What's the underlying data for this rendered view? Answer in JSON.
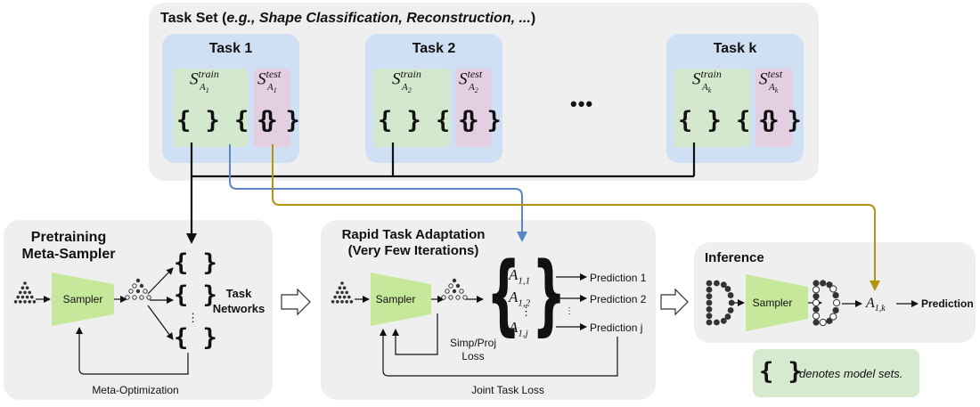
{
  "task_set": {
    "title_prefix": "Task Set (",
    "title_eg": "e.g., Shape Classification, Reconstruction, ...",
    "title_suffix": ")",
    "tasks": [
      {
        "label": "Task 1",
        "train_sub": "A",
        "train_subsub": "1",
        "test_sub": "A",
        "test_subsub": "1"
      },
      {
        "label": "Task 2",
        "train_sub": "A",
        "train_subsub": "2",
        "test_sub": "A",
        "test_subsub": "2"
      },
      {
        "label": "Task k",
        "train_sub": "A",
        "train_subsub": "k",
        "test_sub": "A",
        "test_subsub": "k"
      }
    ],
    "set_symbol": "S",
    "train_sup": "train",
    "test_sup": "test",
    "braces2": "{ } { }",
    "braces1": "{ }",
    "ellipsis": "•••"
  },
  "pretraining": {
    "title_line1": "Pretraining",
    "title_line2": "Meta-Sampler",
    "sampler_label": "Sampler",
    "task_networks_line1": "Task",
    "task_networks_line2": "Networks",
    "meta_opt_label": "Meta-Optimization",
    "vdots": "⋮"
  },
  "adaptation": {
    "title_line1": "Rapid Task Adaptation",
    "title_line2": "(Very Few Iterations)",
    "sampler_label": "Sampler",
    "a11": "A",
    "a11_sub": "1,1",
    "a12": "A",
    "a12_sub": "1,2",
    "a1j": "A",
    "a1j_sub": "1,j",
    "pred1": "Prediction 1",
    "pred2": "Prediction 2",
    "predj": "Prediction j",
    "simp_line1": "Simp/Proj",
    "simp_line2": "Loss",
    "joint_loss": "Joint Task Loss",
    "vdots": "⋮"
  },
  "inference": {
    "title": "Inference",
    "sampler_label": "Sampler",
    "a1k": "A",
    "a1k_sub": "1,k",
    "prediction": "Prediction"
  },
  "legend": {
    "braces": "{ }",
    "text": "denotes model sets."
  },
  "colors": {
    "panel_bg": "#efefef",
    "task_bg": "#cfe0f4",
    "train_bg": "#d3e8cd",
    "test_bg": "#e4cfe2",
    "sampler": "#c6e89a",
    "blue_line": "#5b86c5",
    "gold_line": "#b5930c",
    "legend_bg": "#d6ead0"
  }
}
